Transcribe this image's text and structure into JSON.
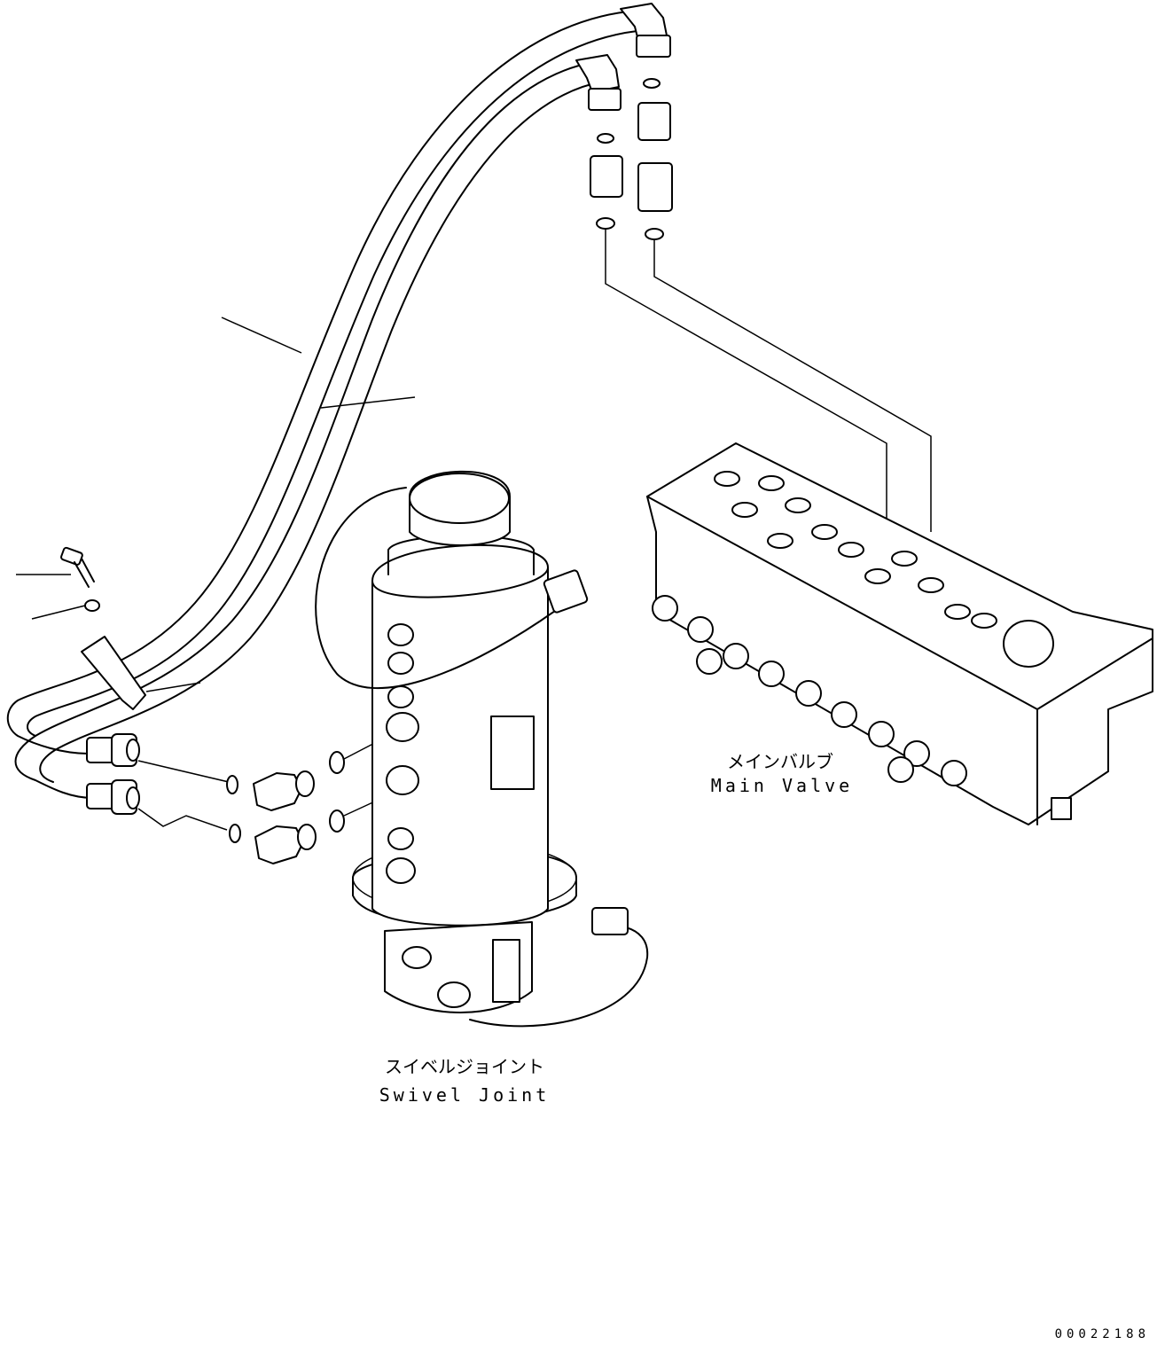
{
  "labels": {
    "main_valve_jp": "メインバルブ",
    "main_valve_en": "Main Valve",
    "swivel_joint_jp": "スイベルジョイント",
    "swivel_joint_en": "Swivel Joint"
  },
  "document_number": "00022188"
}
